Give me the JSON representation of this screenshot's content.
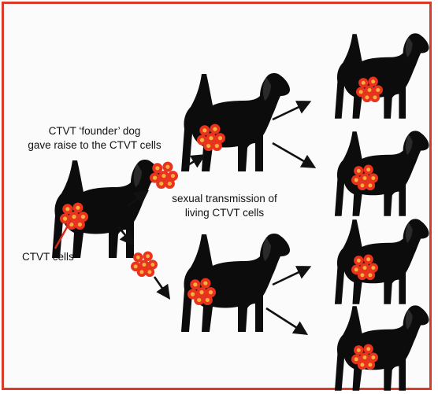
{
  "labels": {
    "founder": "CTVT ‘founder’ dog\ngave raise to the CTVT cells",
    "transmission": "sexual transmission of\nliving CTVT cells",
    "cells": "CTVT cells"
  },
  "colors": {
    "frame": "#d93b2b",
    "dog": "#0c0c0c",
    "cell_fill": "#e8331f",
    "cell_nucleus": "#f3b23a",
    "pointer": "#e0271b"
  },
  "dogs": [
    {
      "name": "founder-dog"
    },
    {
      "name": "generation-1-dog-top"
    },
    {
      "name": "generation-1-dog-bottom"
    },
    {
      "name": "generation-2-dog-1"
    },
    {
      "name": "generation-2-dog-2"
    },
    {
      "name": "generation-2-dog-3"
    },
    {
      "name": "generation-2-dog-4"
    }
  ]
}
